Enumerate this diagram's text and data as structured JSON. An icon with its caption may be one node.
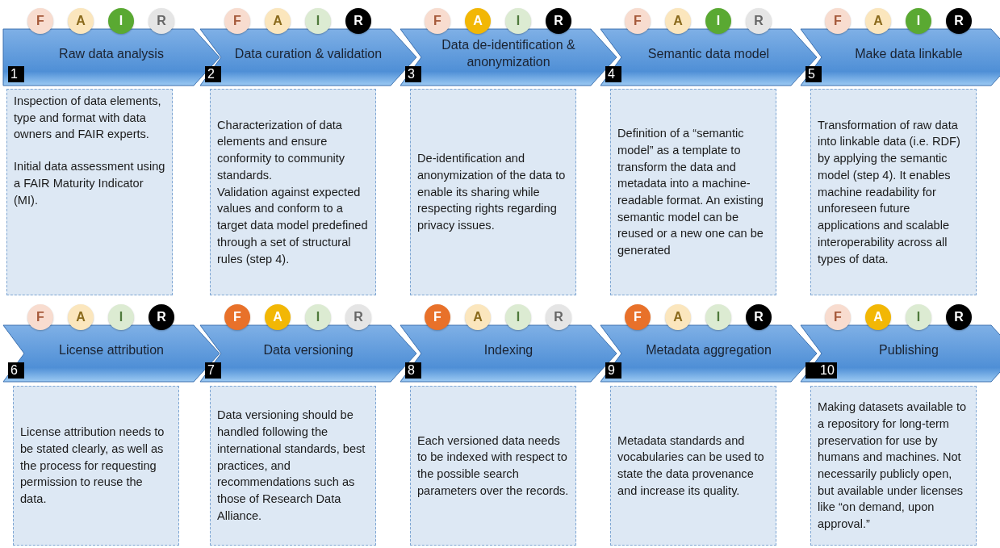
{
  "diagram": {
    "nodes": [
      {
        "text": [
          "F"
        ]
      },
      {
        "text": [
          "A"
        ]
      },
      {
        "text": [
          "I"
        ]
      },
      {
        "text": [
          "R"
        ]
      },
      {
        "text": [
          "Raw data analysis",
          "1"
        ]
      },
      {
        "text": [
          "Inspection of data elements, type and format with data owners and FAIR experts.",
          "Initial data assessment using a FAIR Maturity Indicator (MI)."
        ]
      },
      {
        "text": [
          "F"
        ]
      },
      {
        "text": [
          "A"
        ]
      },
      {
        "text": [
          "I"
        ]
      },
      {
        "text": [
          "R"
        ]
      },
      {
        "text": [
          "Data curation & validation",
          "2"
        ]
      },
      {
        "text": [
          "Characterization of data elements and ensure conformity to community standards.",
          "Validation against expected values and conform to a target data model predefined through a set of structural rules (step 4)."
        ]
      },
      {
        "text": [
          "F"
        ]
      },
      {
        "text": [
          "A"
        ]
      },
      {
        "text": [
          "I"
        ]
      },
      {
        "text": [
          "R"
        ]
      },
      {
        "text": [
          "Data de-identification & anonymization",
          "3"
        ]
      },
      {
        "text": [
          "De-identification and anonymization of the data to enable its sharing while respecting rights regarding privacy issues."
        ]
      },
      {
        "text": [
          "F"
        ]
      },
      {
        "text": [
          "A"
        ]
      },
      {
        "text": [
          "I"
        ]
      },
      {
        "text": [
          "R"
        ]
      },
      {
        "text": [
          "Semantic data model",
          "4"
        ]
      },
      {
        "text": [
          "Definition of a “semantic model” as a template to transform the data and metadata into a machine-readable format. An existing semantic model can be reused or a new one can be generated"
        ]
      },
      {
        "text": [
          "F"
        ]
      },
      {
        "text": [
          "A"
        ]
      },
      {
        "text": [
          "I"
        ]
      },
      {
        "text": [
          "R"
        ]
      },
      {
        "text": [
          "Make data linkable",
          "5"
        ]
      },
      {
        "text": [
          "Transformation of raw data into linkable data (i.e. RDF) by applying the semantic model (step 4). It enables machine readability for unforeseen future applications and scalable interoperability across all types of data."
        ]
      },
      {
        "text": [
          "F"
        ]
      },
      {
        "text": [
          "A"
        ]
      },
      {
        "text": [
          "I"
        ]
      },
      {
        "text": [
          "R"
        ]
      },
      {
        "text": [
          "License attribution",
          "6"
        ]
      },
      {
        "text": [
          "License attribution needs to be stated clearly, as well as the process for requesting permission to reuse the data."
        ]
      },
      {
        "text": [
          "F"
        ]
      },
      {
        "text": [
          "A"
        ]
      },
      {
        "text": [
          "I"
        ]
      },
      {
        "text": [
          "R"
        ]
      },
      {
        "text": [
          "Data versioning",
          "7"
        ]
      },
      {
        "text": [
          "Data versioning should be handled following the international standards, best practices, and recommendations such as those of Research Data Alliance."
        ]
      },
      {
        "text": [
          "F"
        ]
      },
      {
        "text": [
          "A"
        ]
      },
      {
        "text": [
          "I"
        ]
      },
      {
        "text": [
          "R"
        ]
      },
      {
        "text": [
          "Indexing",
          "8"
        ]
      },
      {
        "text": [
          "Each versioned data needs to be indexed with respect to the possible search parameters over the records."
        ]
      },
      {
        "text": [
          "F"
        ]
      },
      {
        "text": [
          "A"
        ]
      },
      {
        "text": [
          "I"
        ]
      },
      {
        "text": [
          "R"
        ]
      },
      {
        "text": [
          "Metadata aggregation",
          "9"
        ]
      },
      {
        "text": [
          "Metadata standards and vocabularies can be used to state the data provenance and increase its quality."
        ]
      },
      {
        "text": [
          "F"
        ]
      },
      {
        "text": [
          "A"
        ]
      },
      {
        "text": [
          "I"
        ]
      },
      {
        "text": [
          "R"
        ]
      },
      {
        "text": [
          "Publishing",
          "10"
        ]
      },
      {
        "text": [
          "Making datasets available to a repository for long-term preservation for use by humans and machines. Not necessarily publicly open, but available under licenses like “on demand, upon approval.”"
        ]
      }
    ]
  }
}
